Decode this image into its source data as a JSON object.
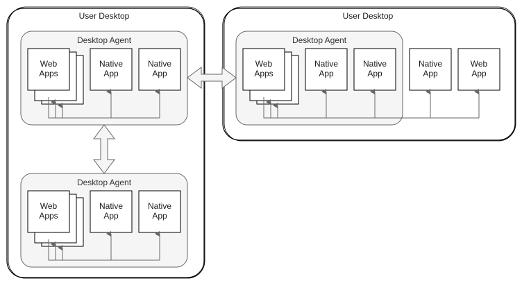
{
  "desktops": [
    {
      "title": "User Desktop",
      "agents": [
        {
          "title": "Desktop Agent",
          "apps": [
            {
              "label_lines": [
                "Web",
                "Apps"
              ],
              "stacked": true
            },
            {
              "label_lines": [
                "Native",
                "App"
              ],
              "stacked": false
            },
            {
              "label_lines": [
                "Native",
                "App"
              ],
              "stacked": false
            }
          ]
        },
        {
          "title": "Desktop Agent",
          "apps": [
            {
              "label_lines": [
                "Web",
                "Apps"
              ],
              "stacked": true
            },
            {
              "label_lines": [
                "Native",
                "App"
              ],
              "stacked": false
            },
            {
              "label_lines": [
                "Native",
                "App"
              ],
              "stacked": false
            }
          ]
        }
      ]
    },
    {
      "title": "User Desktop",
      "agents": [
        {
          "title": "Desktop Agent",
          "apps": [
            {
              "label_lines": [
                "Web",
                "Apps"
              ],
              "stacked": true
            },
            {
              "label_lines": [
                "Native",
                "App"
              ],
              "stacked": false
            },
            {
              "label_lines": [
                "Native",
                "App"
              ],
              "stacked": false
            }
          ]
        }
      ],
      "external_apps": [
        {
          "label_lines": [
            "Native",
            "App"
          ]
        },
        {
          "label_lines": [
            "Web",
            "App"
          ]
        }
      ]
    }
  ],
  "colors": {
    "agent_fill": "#f5f5f5",
    "agent_stroke": "#666666",
    "desktop_stroke": "#000000",
    "arrow_fill": "#f5f5f5",
    "connector": "#666666"
  }
}
